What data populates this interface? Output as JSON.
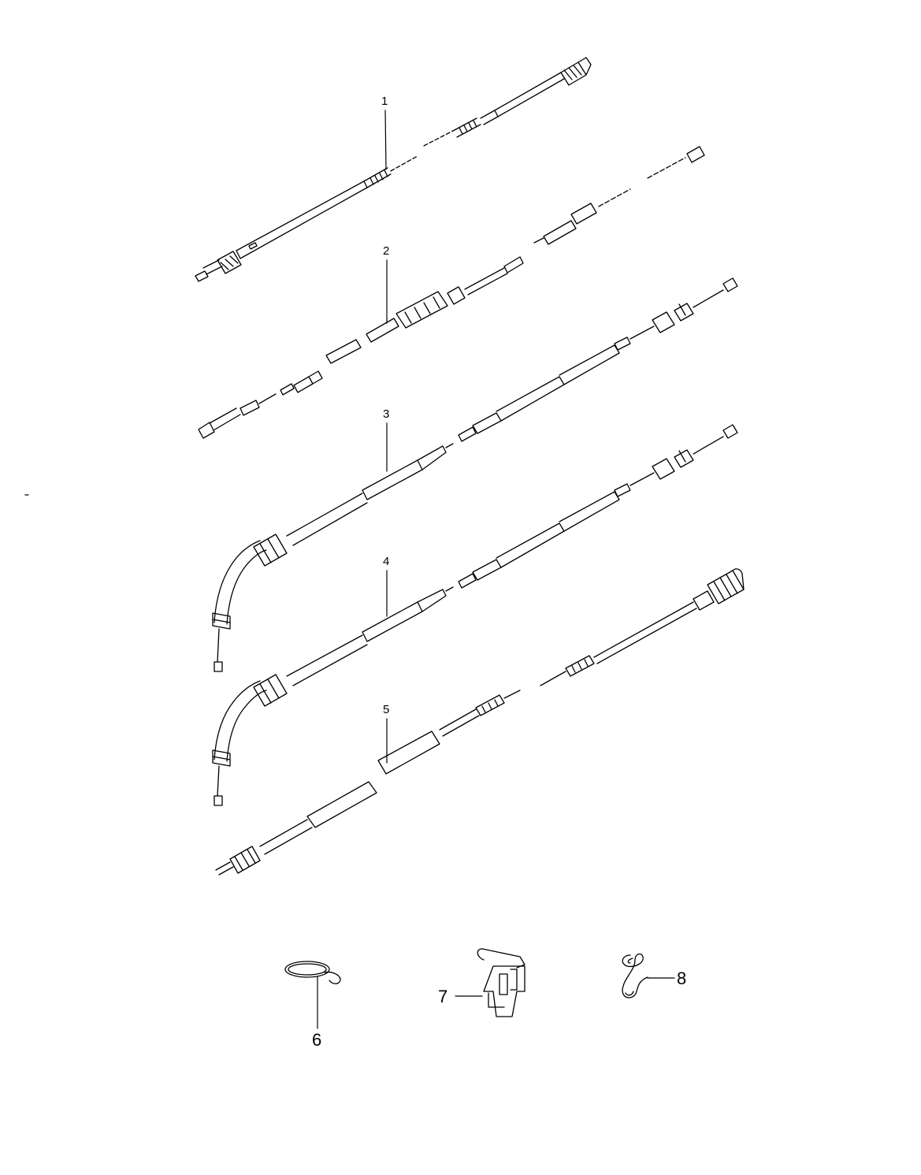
{
  "callouts": [
    {
      "id": 1,
      "label": "1"
    },
    {
      "id": 2,
      "label": "2"
    },
    {
      "id": 3,
      "label": "3"
    },
    {
      "id": 4,
      "label": "4"
    },
    {
      "id": 5,
      "label": "5"
    },
    {
      "id": 6,
      "label": "6"
    },
    {
      "id": 7,
      "label": "7"
    },
    {
      "id": 8,
      "label": "8"
    }
  ],
  "colors": {
    "line": "#000000",
    "background": "#ffffff"
  }
}
